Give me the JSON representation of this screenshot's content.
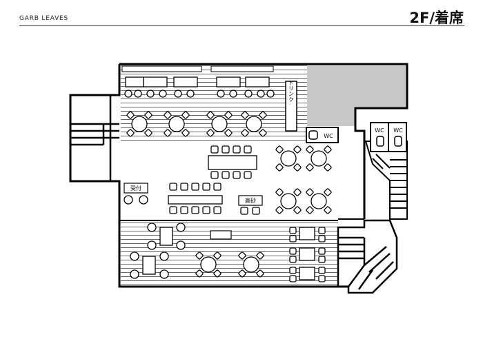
{
  "header": {
    "brand": "GARB LEAVES",
    "title": "2F/着席"
  },
  "labels": {
    "drink": "ドリンク",
    "wc": "WC",
    "reception": "受付",
    "takasago": "高砂"
  },
  "colors": {
    "wall": "#000000",
    "floor_lines": "#000000",
    "restricted_area": "#c8c8c8",
    "background": "#ffffff"
  }
}
